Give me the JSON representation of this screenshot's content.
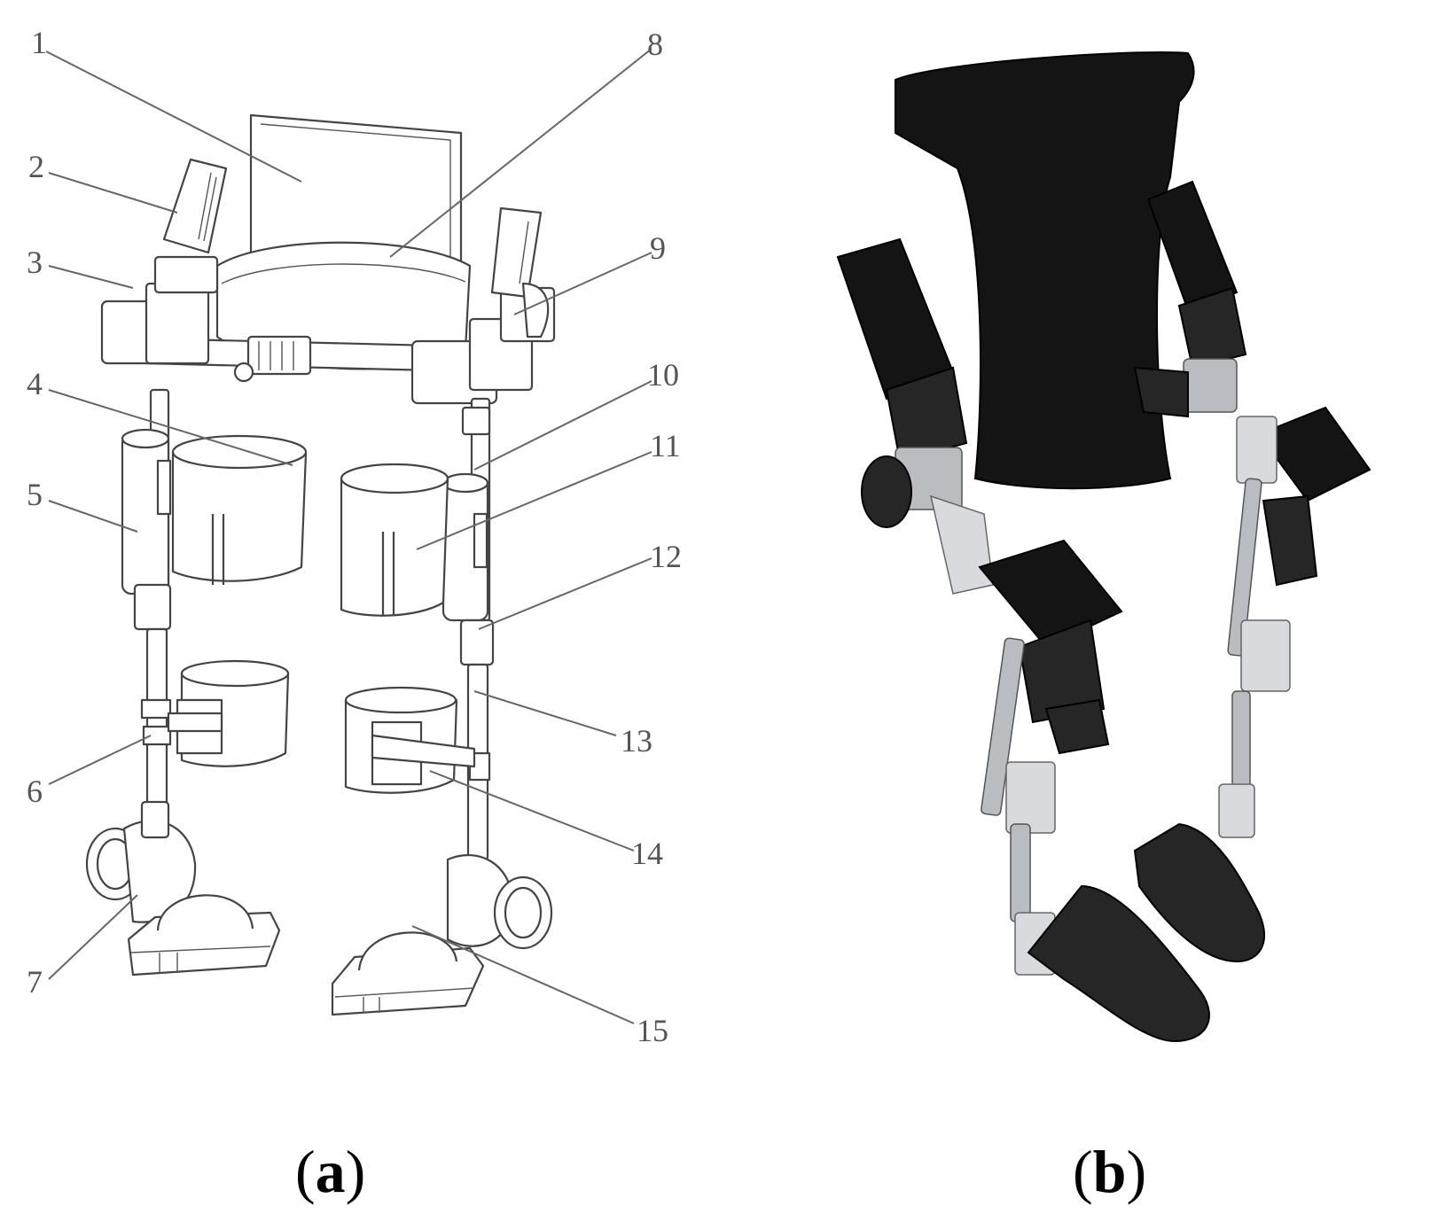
{
  "figure": {
    "panels": [
      {
        "id": "a",
        "label_open": "(",
        "label_letter": "a",
        "label_close": ")"
      },
      {
        "id": "b",
        "label_open": "(",
        "label_letter": "b",
        "label_close": ")"
      }
    ],
    "callouts": [
      "1",
      "2",
      "3",
      "4",
      "5",
      "6",
      "7",
      "8",
      "9",
      "10",
      "11",
      "12",
      "13",
      "14",
      "15"
    ]
  }
}
